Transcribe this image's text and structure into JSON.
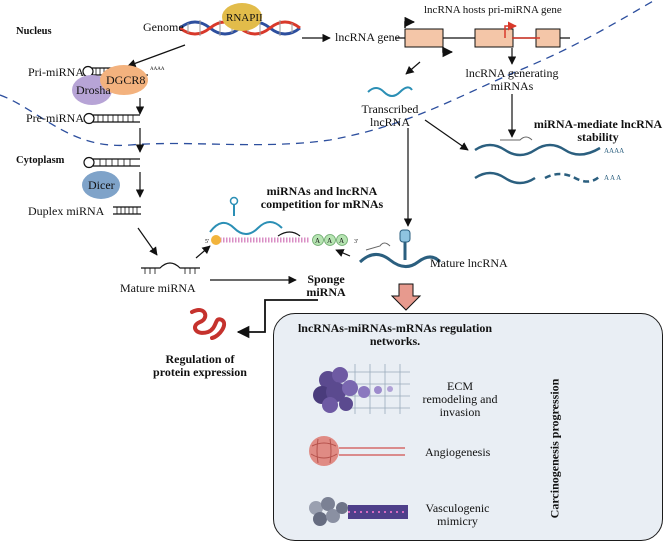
{
  "labels": {
    "nucleus": "Nucleus",
    "cytoplasm": "Cytoplasm",
    "genome": "Genome",
    "rnapii": "RNAPII",
    "pri_mirna": "Pri-miRNA",
    "drosha": "Drosha",
    "dgcr8": "DGCR8",
    "pre_mirna": "Pre-miRNA",
    "dicer": "Dicer",
    "duplex_mirna": "Duplex miRNA",
    "mature_mirna": "Mature miRNA",
    "lncrna_gene": "lncRNA gene",
    "lncrna_hosts": "lncRNA hosts pri-miRNA gene",
    "lncrna_generating_1": "lncRNA generating",
    "lncrna_generating_2": "miRNAs",
    "transcribed_1": "Transcribed",
    "transcribed_2": "lncRNA",
    "stability_1": "miRNA-mediate lncRNA",
    "stability_2": "stability",
    "competition_1": "miRNAs and lncRNA",
    "competition_2": "competition for mRNAs",
    "mature_lncrna": "Mature lncRNA",
    "sponge_1": "Sponge",
    "sponge_2": "miRNA",
    "regulation_1": "Regulation of",
    "regulation_2": "protein expression",
    "network_1": "lncRNAs-miRNAs-mRNAs regulation",
    "network_2": "networks.",
    "ecm_1": "ECM",
    "ecm_2": "remodeling and",
    "ecm_3": "invasion",
    "angiogenesis": "Angiogenesis",
    "vasculogenic_1": "Vasculogenic",
    "vasculogenic_2": "mimicry",
    "carcinogenesis": "Carcinogenesis progression",
    "poly_a_1": "AAAA",
    "poly_a_2": "A A A",
    "cap_label": "AAAA",
    "five_prime": "5'",
    "three_prime": "3'",
    "a_bead": "A"
  },
  "colors": {
    "dna_red": "#d8392b",
    "dna_blue": "#2d4f9e",
    "rnapii": "#e2bc4a",
    "drosha": "#b7a4d6",
    "dgcr8": "#f3b27e",
    "dicer": "#7fa3c9",
    "exon": "#f4c6a8",
    "lncrna": "#2b5f7f",
    "network_bg": "#e9eef4",
    "big_arrow": "#e79a8e",
    "mirna_pink": "#d98ec4",
    "ecm_purple": "#5b4a8f",
    "angio_pink": "#e08b84"
  }
}
